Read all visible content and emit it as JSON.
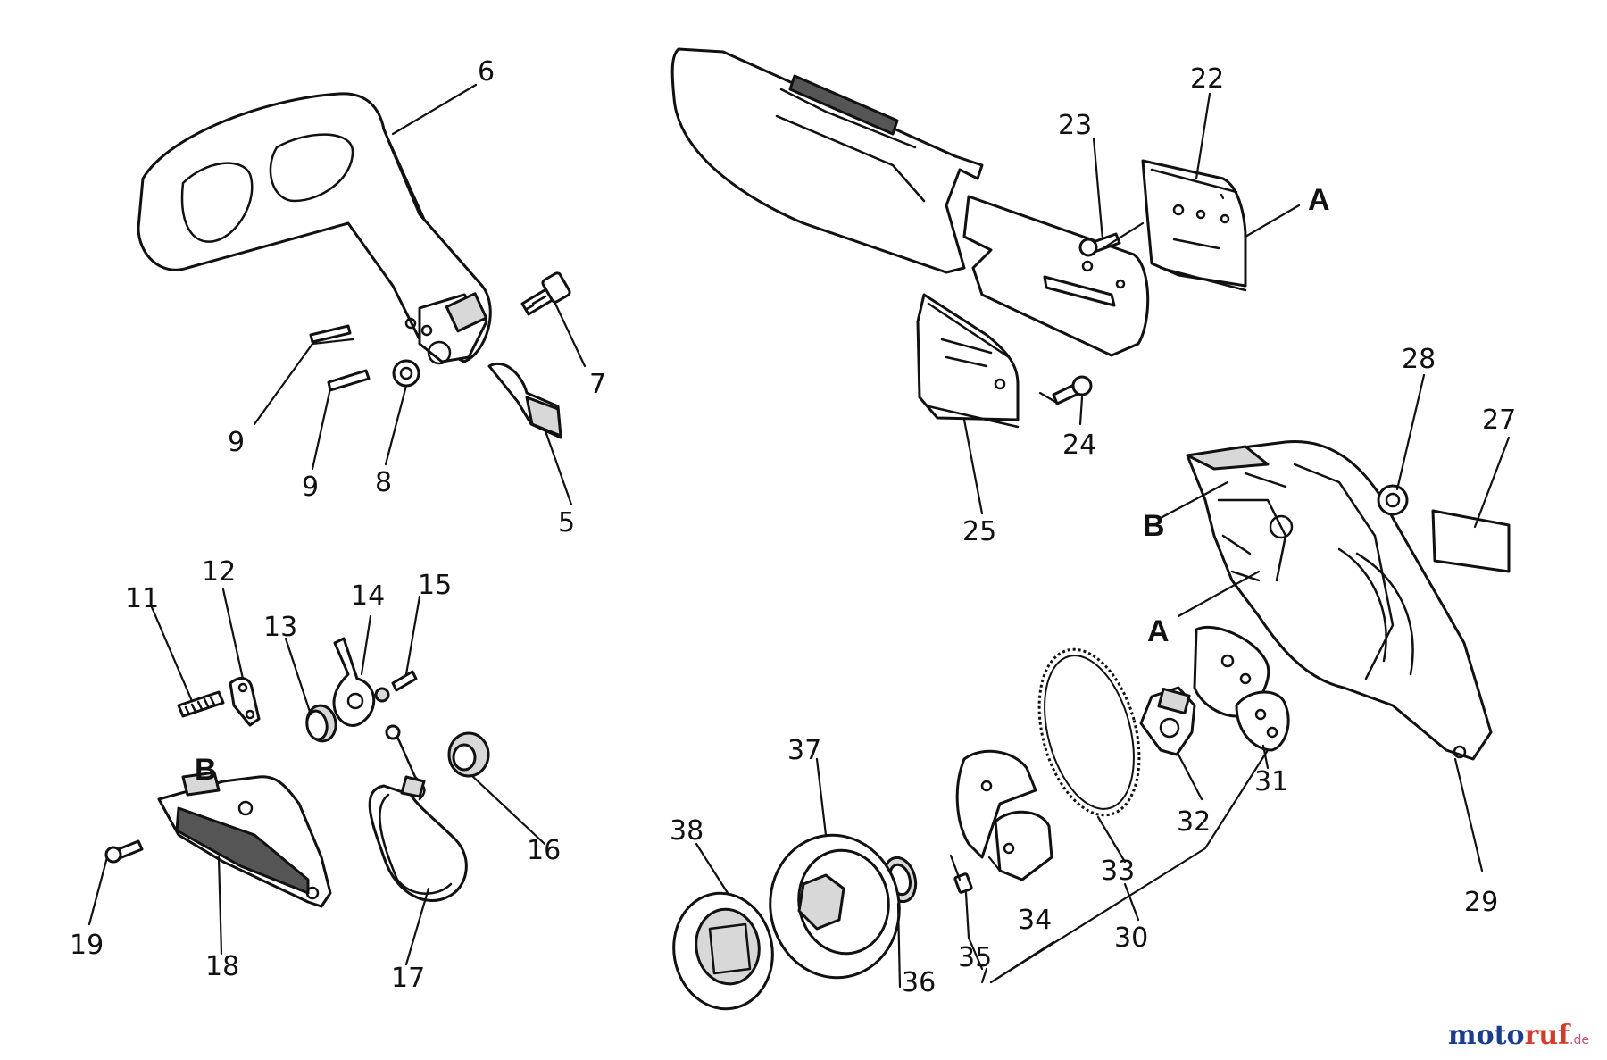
{
  "labels": {
    "p5": "5",
    "p6": "6",
    "p7": "7",
    "p8": "8",
    "p9a": "9",
    "p9b": "9",
    "p11": "11",
    "p12": "12",
    "p13": "13",
    "p14": "14",
    "p15": "15",
    "p16": "16",
    "p17": "17",
    "p18": "18",
    "p19": "19",
    "p22": "22",
    "p23": "23",
    "p24": "24",
    "p25": "25",
    "p27": "27",
    "p28": "28",
    "p29": "29",
    "p30": "30",
    "p31": "31",
    "p32": "32",
    "p33": "33",
    "p34": "34",
    "p35": "35",
    "p36": "36",
    "p37": "37",
    "p38": "38"
  },
  "refs": {
    "a_top": "A",
    "a_cover": "A",
    "b_cover": "B",
    "b_brake": "B"
  },
  "watermark": {
    "brand_prefix": "moto",
    "brand_suffix": "ruf",
    "tld": ".de"
  },
  "colors": {
    "wm_blue": "#1a3d8f",
    "wm_red": "#d23c2a",
    "wm_orange": "#f0a020",
    "wm_green": "#2e9a3c"
  }
}
